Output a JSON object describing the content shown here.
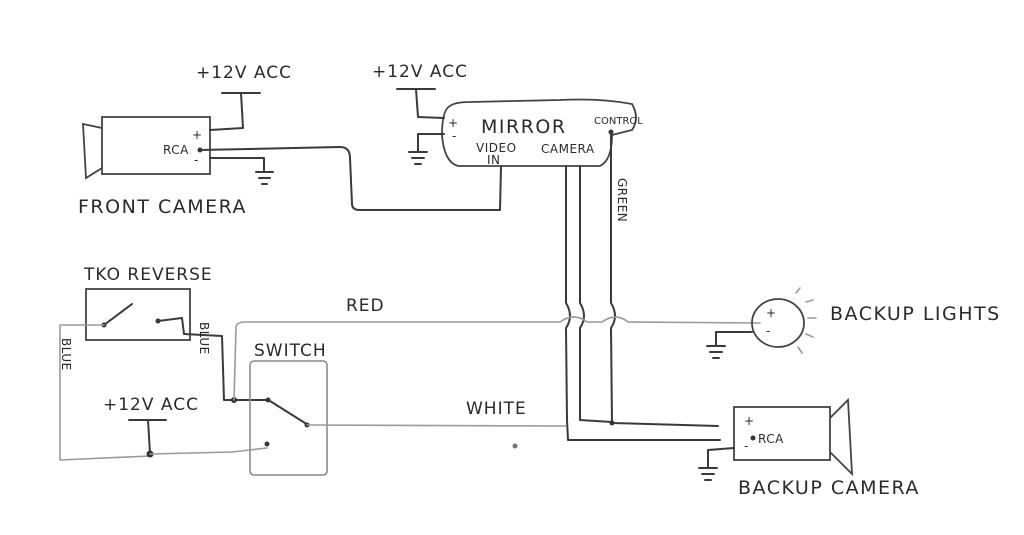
{
  "components": {
    "front_camera": {
      "label": "FRONT CAMERA",
      "connector": "RCA",
      "plus": "+",
      "minus": "-",
      "supply": "+12V ACC"
    },
    "mirror": {
      "label": "MIRROR",
      "video_in_1": "VIDEO",
      "video_in_2": "IN",
      "camera": "CAMERA",
      "control": "CONTROL",
      "plus": "+",
      "minus": "-",
      "supply": "+12V ACC"
    },
    "reverse": {
      "label": "TKO REVERSE"
    },
    "switch": {
      "label": "SWITCH",
      "supply": "+12V ACC"
    },
    "backup_lights": {
      "label": "BACKUP LIGHTS",
      "plus": "+",
      "minus": "-"
    },
    "backup_camera": {
      "label": "BACKUP CAMERA",
      "connector": "RCA",
      "plus": "+",
      "minus": "-"
    }
  },
  "wires": {
    "green": "GREEN",
    "red": "RED",
    "white": "WHITE",
    "blue_left": "BLUE",
    "blue_right": "BLUE"
  }
}
